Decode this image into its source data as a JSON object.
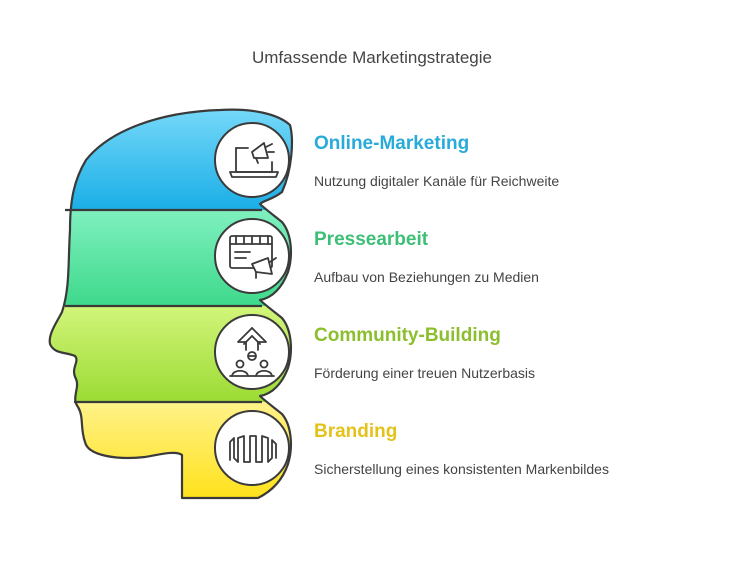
{
  "title": "Umfassende Marketingstrategie",
  "sections": [
    {
      "heading": "Online-Marketing",
      "description": "Nutzung digitaler Kanäle für Reichweite",
      "color": "#29ABD9",
      "icon": "laptop-megaphone-icon"
    },
    {
      "heading": "Pressearbeit",
      "description": "Aufbau von Beziehungen zu Medien",
      "color": "#3DBF77",
      "icon": "newspaper-megaphone-icon"
    },
    {
      "heading": "Community-Building",
      "description": "Förderung einer treuen Nutzerbasis",
      "color": "#8CBE2E",
      "icon": "community-growth-icon"
    },
    {
      "heading": "Branding",
      "description": "Sicherstellung eines konsistenten Markenbildes",
      "color": "#E3C21B",
      "icon": "brand-wave-icon"
    }
  ]
}
